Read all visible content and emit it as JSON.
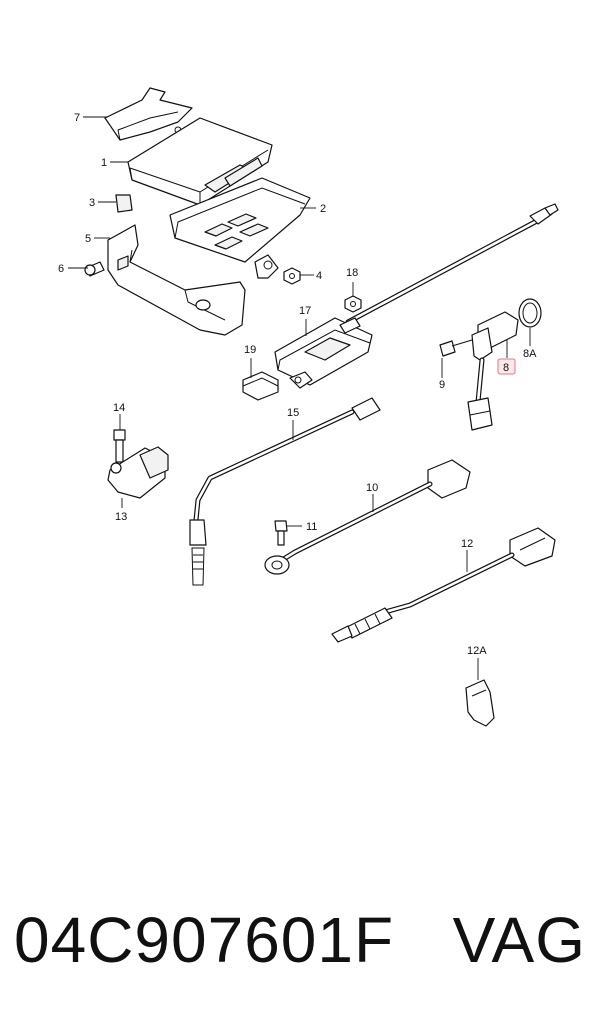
{
  "diagram": {
    "callouts": {
      "c1": "1",
      "c2": "2",
      "c3": "3",
      "c4": "4",
      "c5": "5",
      "c6": "6",
      "c7": "7",
      "c8": "8",
      "c8a": "8A",
      "c9": "9",
      "c10": "10",
      "c11": "11",
      "c12": "12",
      "c12a": "12A",
      "c13": "13",
      "c14": "14",
      "c15": "15",
      "c17": "17",
      "c18": "18",
      "c19": "19"
    },
    "highlighted_callout": "8",
    "highlight_color": "#e0788a"
  },
  "footer": {
    "part_number": "04C907601F",
    "brand": "VAG"
  }
}
